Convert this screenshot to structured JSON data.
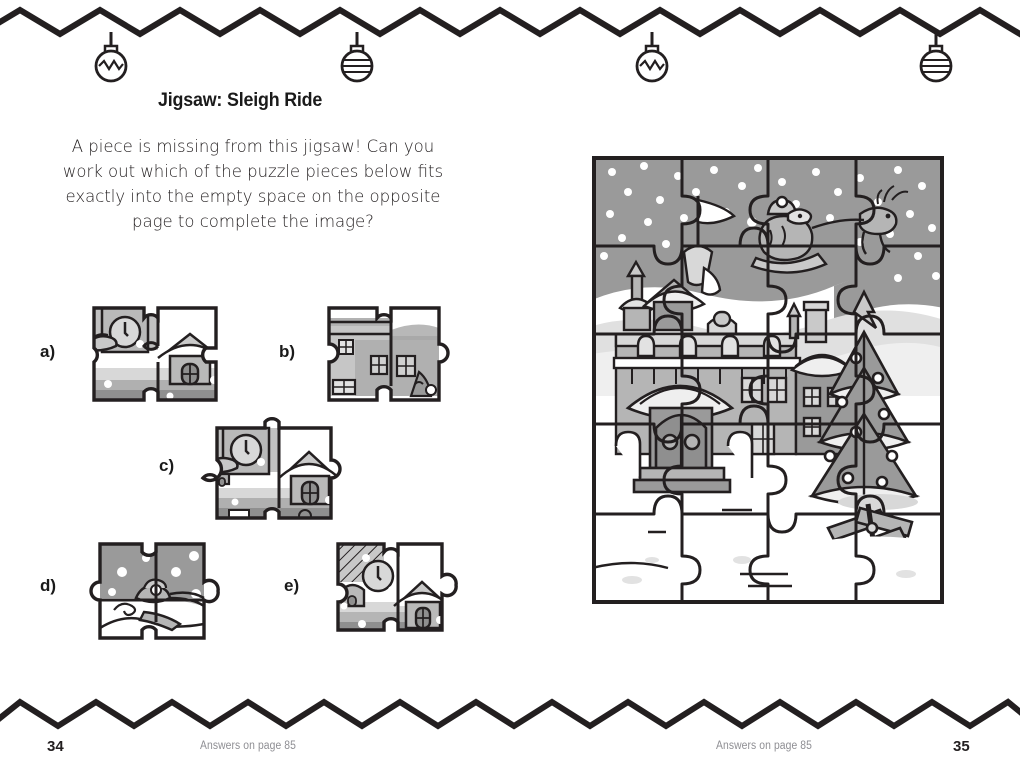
{
  "puzzle": {
    "title": "Jigsaw: Sleigh Ride",
    "instructions": "A piece is missing from this jigsaw! Can you work out which of the puzzle pieces below fits exactly into the empty space on the opposite page to complete the image?"
  },
  "options": [
    {
      "letter": "a)",
      "art": "clock-tower-and-house-piece"
    },
    {
      "letter": "b)",
      "art": "townhouse-windows-piece"
    },
    {
      "letter": "c)",
      "art": "clock-tower-and-house-piece-alt"
    },
    {
      "letter": "d)",
      "art": "santa-sleigh-night-sky-piece"
    },
    {
      "letter": "e)",
      "art": "clock-and-house-piece-alt"
    }
  ],
  "jigsaw": {
    "scene": "snowy-village-with-santa-sleigh",
    "columns": 4,
    "rows": 5,
    "missing_piece_row": 2,
    "missing_piece_column": 4
  },
  "decor": {
    "garland_top": "zigzag-with-baubles",
    "garland_bottom": "zigzag",
    "bauble_patterns": [
      "zigzag",
      "stripe",
      "zigzag",
      "stripe"
    ]
  },
  "footer": {
    "page_left": "34",
    "page_right": "35",
    "answers_left": "Answers on page 85",
    "answers_right": "Answers on page 85"
  },
  "colors": {
    "ink": "#231f20",
    "sky": "#9a9a9a",
    "mid_gray": "#b5b5b5",
    "light_gray": "#d4d4d4",
    "pale_gray": "#e8e8e8",
    "muted": "#8e8e93"
  }
}
